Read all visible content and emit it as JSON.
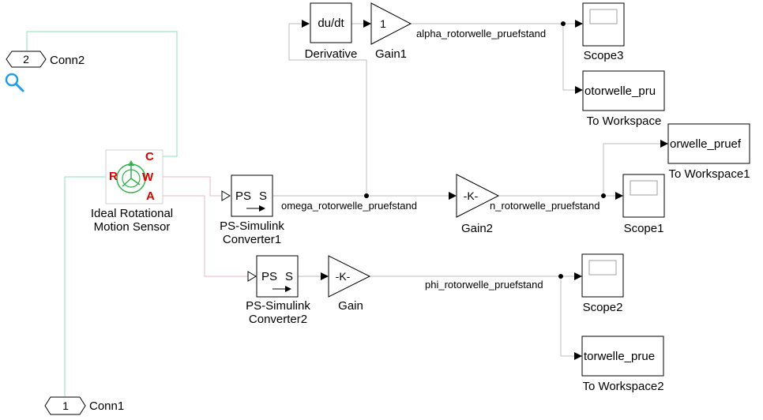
{
  "blocks": {
    "derivative": {
      "text": "du/dt",
      "name": "Derivative"
    },
    "gain1": {
      "text": "1",
      "name": "Gain1"
    },
    "scope3": {
      "name": "Scope3"
    },
    "to_workspace": {
      "text": "otorwelle_pru",
      "name": "To Workspace"
    },
    "to_workspace1": {
      "text": "orwelle_pruef",
      "name": "To Workspace1"
    },
    "scope1": {
      "name": "Scope1"
    },
    "gain2": {
      "text": "-K-",
      "name": "Gain2"
    },
    "ps_conv1": {
      "text_ps": "PS",
      "text_s": "S",
      "name_line1": "PS-Simulink",
      "name_line2": "Converter1"
    },
    "ps_conv2": {
      "text_ps": "PS",
      "text_s": "S",
      "name_line1": "PS-Simulink",
      "name_line2": "Converter2"
    },
    "gain": {
      "text": "-K-",
      "name": "Gain"
    },
    "scope2": {
      "name": "Scope2"
    },
    "to_workspace2": {
      "text": "torwelle_prue",
      "name": "To Workspace2"
    },
    "sensor": {
      "port_c": "C",
      "port_r": "R",
      "port_w": "W",
      "port_a": "A",
      "name_line1": "Ideal Rotational",
      "name_line2": "Motion Sensor"
    },
    "conn2": {
      "number": "2",
      "name": "Conn2"
    },
    "conn1": {
      "number": "1",
      "name": "Conn1"
    }
  },
  "signals": {
    "alpha": "alpha_rotorwelle_pruefstand",
    "omega": "omega_rotorwelle_pruefstand",
    "n": "n_rotorwelle_pruefstand",
    "phi": "phi_rotorwelle_pruefstand"
  },
  "colors": {
    "physical_connection": "#8fe0b4",
    "port_label": "#e00000",
    "sensor_icon": "#2db34a",
    "search_icon": "#1fa0e6"
  }
}
